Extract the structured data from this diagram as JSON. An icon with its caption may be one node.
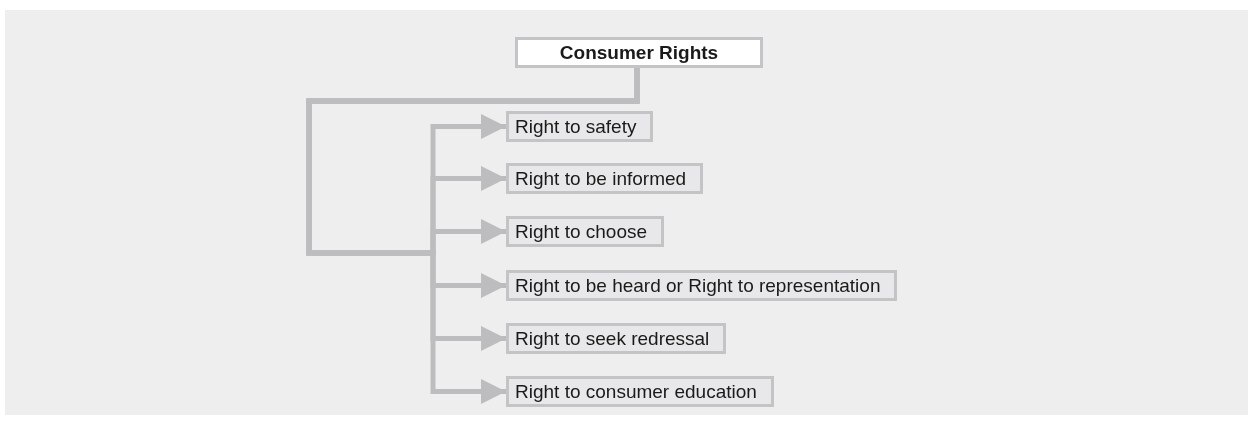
{
  "diagram": {
    "nodes": [
      {
        "text": [
          "Consumer Rights"
        ]
      },
      {
        "text": [
          "Right to safety"
        ]
      },
      {
        "text": [
          "Right to be informed"
        ]
      },
      {
        "text": [
          "Right to choose"
        ]
      },
      {
        "text": [
          "Right to be heard or Right to representation"
        ]
      },
      {
        "text": [
          "Right to seek redressal"
        ]
      },
      {
        "text": [
          "Right to consumer education"
        ]
      }
    ],
    "edges": [
      {
        "from": 0,
        "to": 1,
        "arrow": "to"
      },
      {
        "from": 0,
        "to": 2,
        "arrow": "to"
      },
      {
        "from": 0,
        "to": 3,
        "arrow": "to"
      },
      {
        "from": 0,
        "to": 4,
        "arrow": "to"
      },
      {
        "from": 0,
        "to": 5,
        "arrow": "to"
      },
      {
        "from": 0,
        "to": 6,
        "arrow": "to"
      }
    ]
  }
}
